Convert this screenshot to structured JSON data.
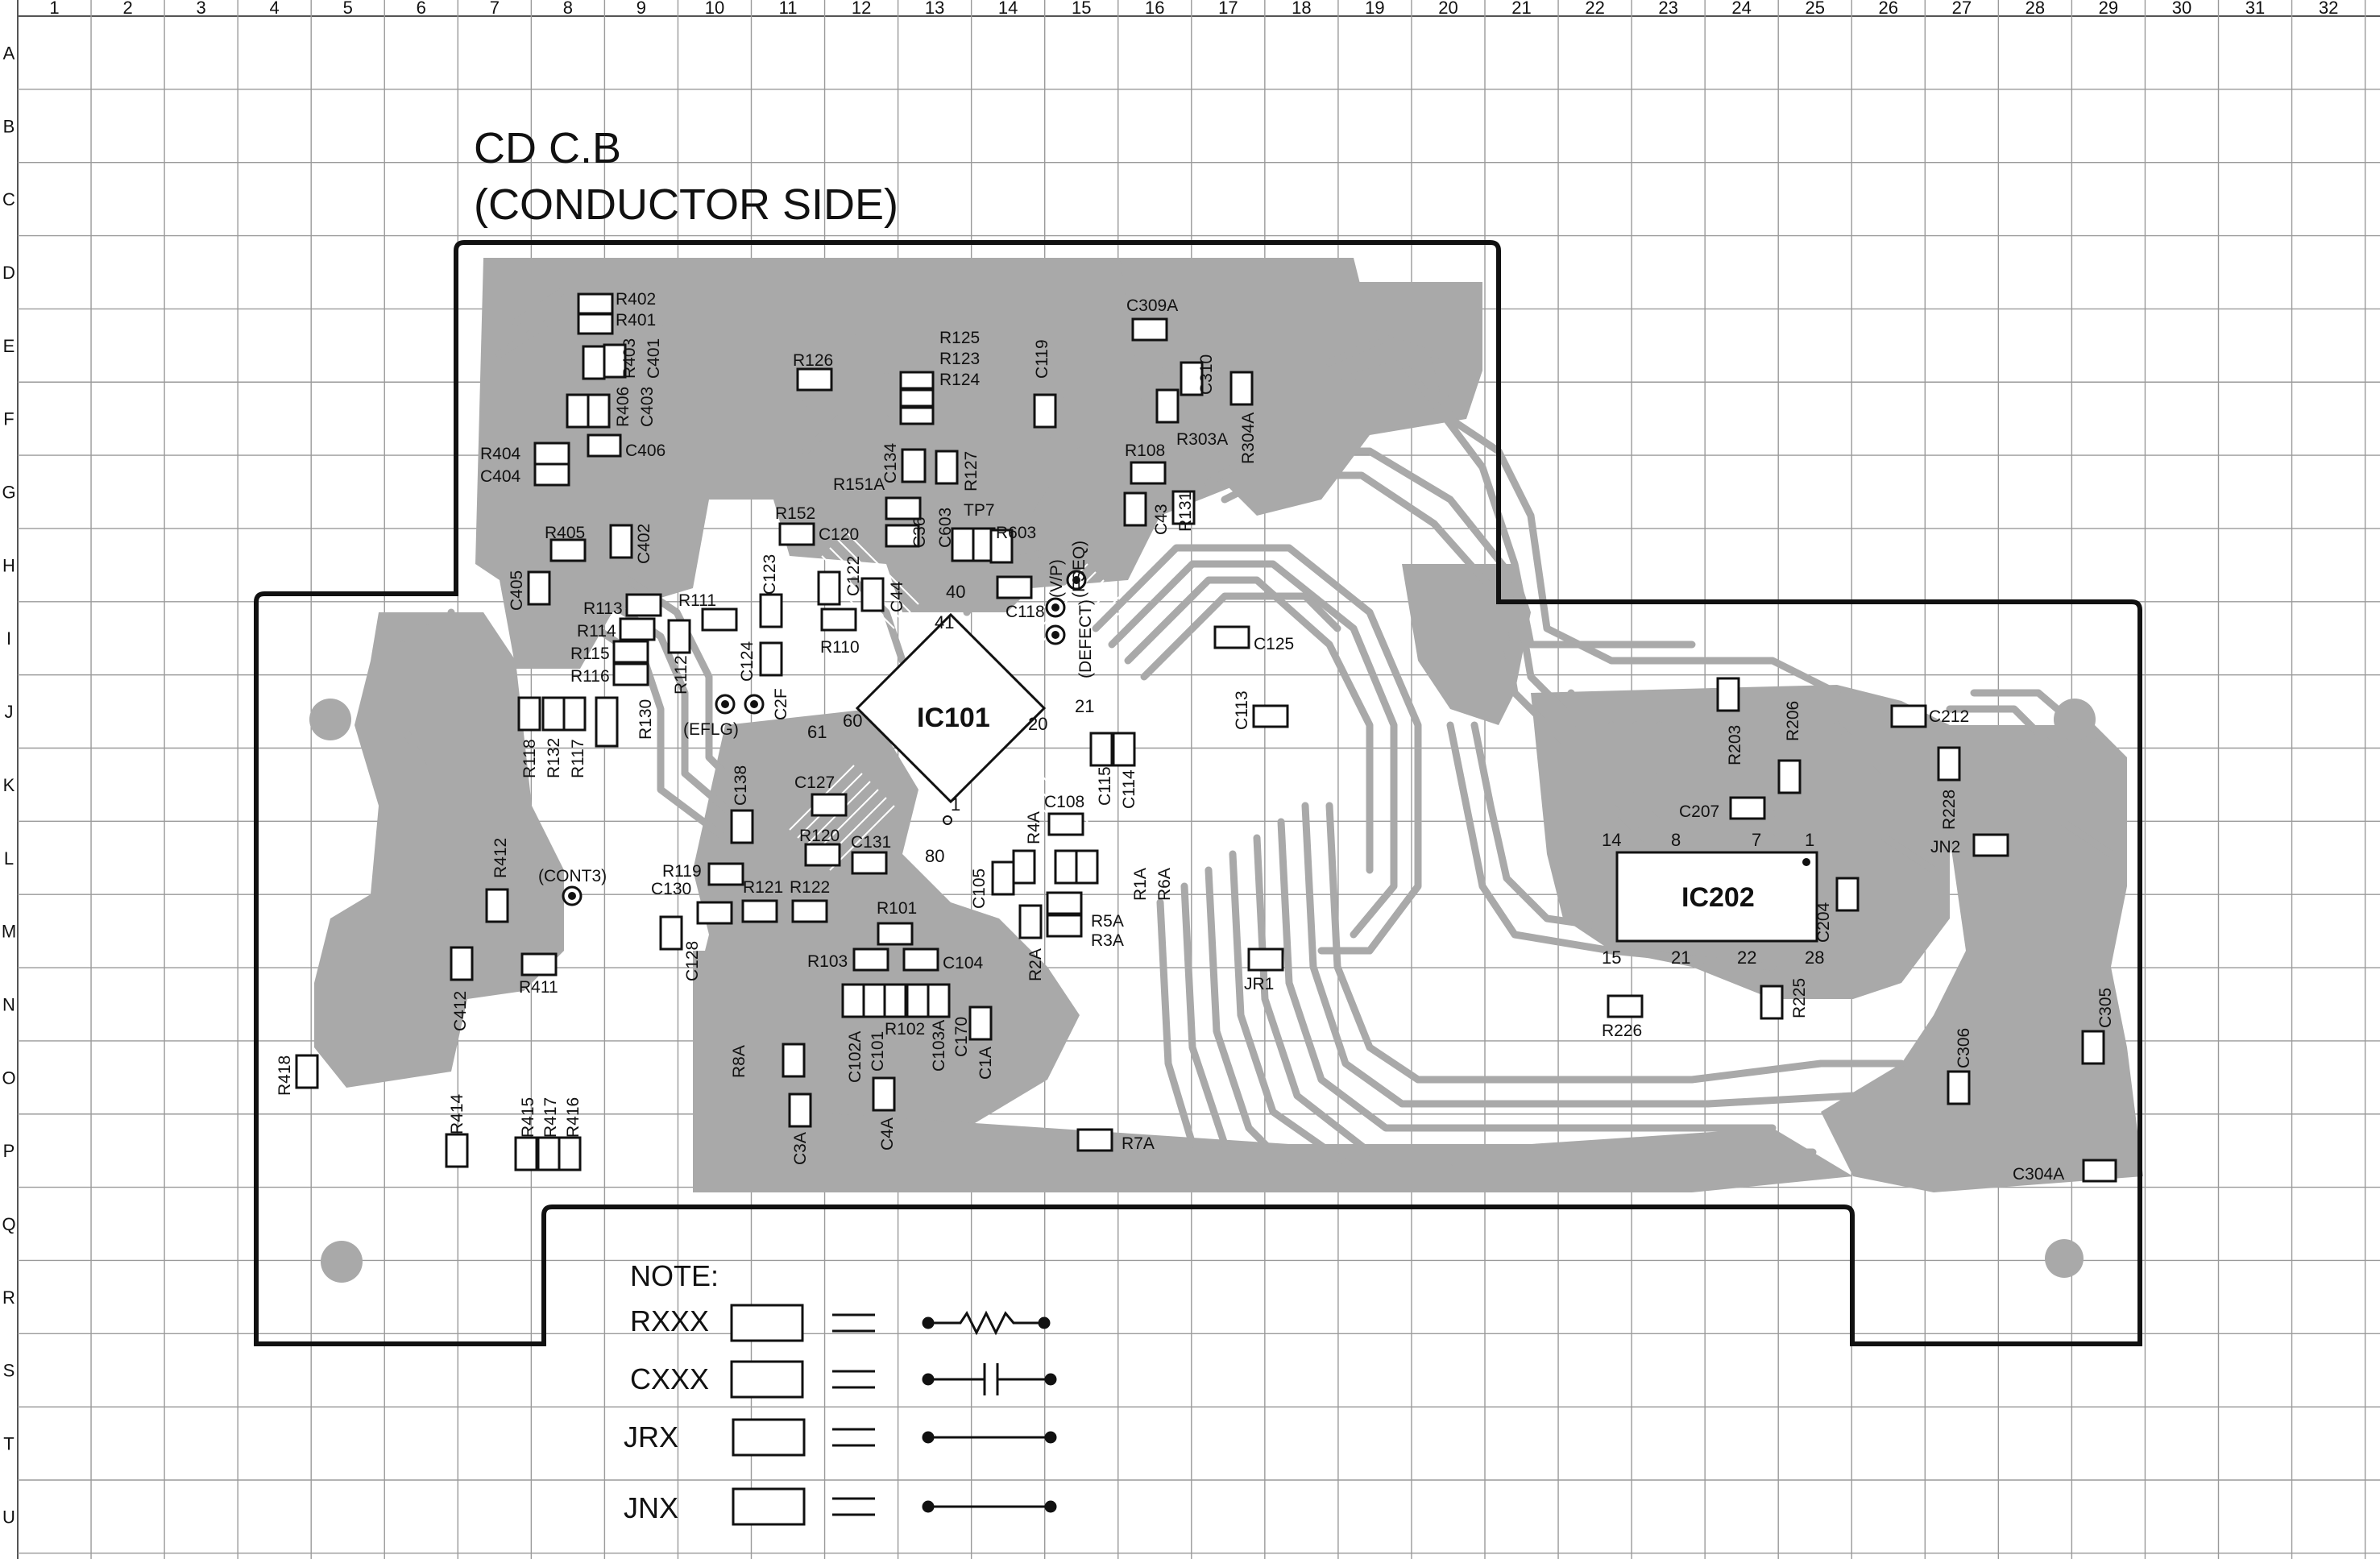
{
  "grid": {
    "columns": [
      "1",
      "2",
      "3",
      "4",
      "5",
      "6",
      "7",
      "8",
      "9",
      "10",
      "11",
      "12",
      "13",
      "14",
      "15",
      "16",
      "17",
      "18",
      "19",
      "20",
      "21",
      "22",
      "23",
      "24",
      "25",
      "26",
      "27",
      "28",
      "29",
      "30",
      "31",
      "32"
    ],
    "rows": [
      "A",
      "B",
      "C",
      "D",
      "E",
      "F",
      "G",
      "H",
      "I",
      "J",
      "K",
      "L",
      "M",
      "N",
      "O",
      "P",
      "Q",
      "R",
      "S",
      "T",
      "U"
    ]
  },
  "board": {
    "title_line1": "CD C.B",
    "title_line2": "(CONDUCTOR SIDE)",
    "colors": {
      "copper": "#a9a9a9",
      "outline": "#111111",
      "grid": "#9a9a9a",
      "part": "#ffffff"
    }
  },
  "ics": [
    {
      "id": "ic101",
      "label": "IC101",
      "pins": [
        "40",
        "41",
        "60",
        "20",
        "21",
        "61",
        "1",
        "80"
      ]
    },
    {
      "id": "ic202",
      "label": "IC202",
      "pins": [
        "14",
        "8",
        "7",
        "1",
        "15",
        "21",
        "22",
        "28"
      ]
    }
  ],
  "components": [
    "R402",
    "R401",
    "R403",
    "C401",
    "R406",
    "C403",
    "C406",
    "R404",
    "C404",
    "R405",
    "C402",
    "C405",
    "R113",
    "R114",
    "R115",
    "R116",
    "R111",
    "R112",
    "C123",
    "C124",
    "C2F",
    "R130",
    "R118",
    "R132",
    "R117",
    "R126",
    "R125",
    "R123",
    "R124",
    "C119",
    "R151A",
    "C134",
    "R127",
    "C603",
    "C36",
    "TP7",
    "R603",
    "R152",
    "C120",
    "C122",
    "C44",
    "R110",
    "C118",
    "C309A",
    "C310",
    "R303A",
    "R304A",
    "R108",
    "R131",
    "C43",
    "C125",
    "C113",
    "C115",
    "C114",
    "C108",
    "R4A",
    "C127",
    "C138",
    "R120",
    "C131",
    "R119",
    "C130",
    "R121",
    "R122",
    "C128",
    "R412",
    "R411",
    "C412",
    "R418",
    "R414",
    "R415",
    "R417",
    "R416",
    "R101",
    "R103",
    "C104",
    "C102A",
    "C101",
    "R102",
    "C103A",
    "C170",
    "C1A",
    "R8A",
    "C3A",
    "C4A",
    "C105",
    "R2A",
    "R5A",
    "R3A",
    "R1A",
    "R6A",
    "JR1",
    "R7A",
    "R203",
    "R206",
    "C212",
    "R228",
    "C207",
    "JN2",
    "C204",
    "R226",
    "R225",
    "C306",
    "C305",
    "C304A"
  ],
  "testpoints": [
    "(EFLG)",
    "(CONT3)",
    "(V/P)",
    "(FSEQ)",
    "(DEFECT)"
  ],
  "note": {
    "heading": "NOTE:",
    "rows": [
      {
        "label": "RXXX",
        "symbol": "resistor-icon"
      },
      {
        "label": "CXXX",
        "symbol": "capacitor-icon"
      },
      {
        "label": "JRX",
        "symbol": "jumper-icon"
      },
      {
        "label": "JNX",
        "symbol": "jumper-icon"
      }
    ]
  }
}
